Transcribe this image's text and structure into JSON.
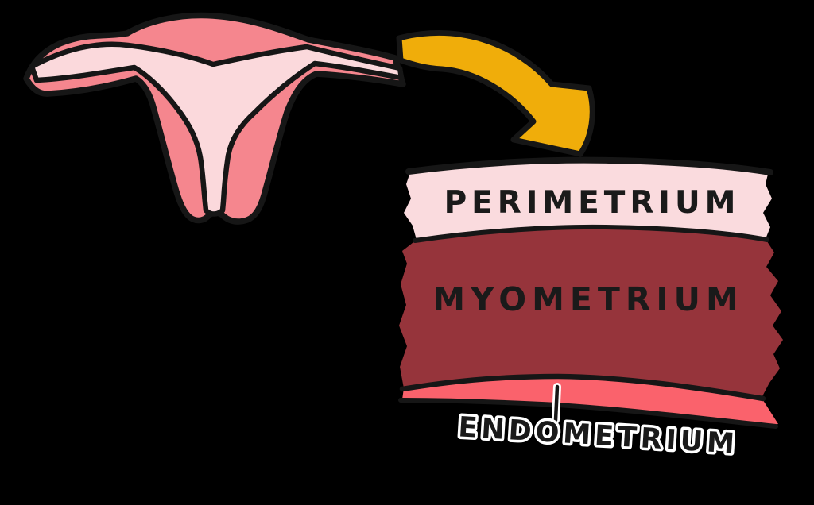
{
  "page": {
    "background_color": "#000000"
  },
  "figure": {
    "labels": {
      "perimetrium": "PERIMETRIUM",
      "myometrium": "MYOMETRIUM",
      "endometrium": "ENDOMETRIUM"
    },
    "colors": {
      "outline": "#161616",
      "uterus_outer": "#F5868E",
      "uterus_cavity": "#FBD9DC",
      "arrow": "#F0AD0A",
      "perimetrium_fill": "#FADBDE",
      "myometrium_fill": "#96343B",
      "endometrium_fill": "#FA626C",
      "label_text": "#1A1A1A",
      "endometrium_halo": "#FFFFFF"
    }
  }
}
